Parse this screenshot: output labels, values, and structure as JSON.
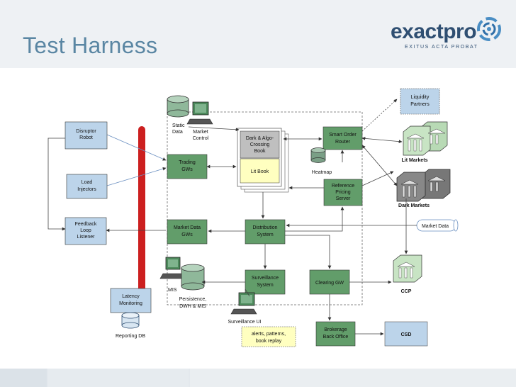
{
  "slide": {
    "title": "Test Harness",
    "logo": {
      "wordmark": "exactpro",
      "tagline": "EXITUS ACTA PROBAT"
    }
  },
  "diagram": {
    "left_column": {
      "disruptor_robot": [
        "Disruptor",
        "Robot"
      ],
      "load_injectors": [
        "Load",
        "Injectors"
      ],
      "feedback_loop_listener": [
        "Feedback",
        "Loop",
        "Listener"
      ],
      "latency_monitoring": [
        "Latency",
        "Monitoring"
      ],
      "reporting_db": "Reporting DB"
    },
    "core": {
      "static_data": [
        "Static",
        "Data"
      ],
      "market_control": [
        "Market",
        "Control"
      ],
      "trading_gws": [
        "Trading",
        "GWs"
      ],
      "market_data_gws": [
        "Market Data",
        "GWs"
      ],
      "dark_algo_crossing_book": [
        "Dark & Algo-",
        "Crossing",
        "Book"
      ],
      "lit_book": "Lit Book",
      "smart_order_router": [
        "Smart Order",
        "Router"
      ],
      "heatmap": "Heatmap",
      "reference_pricing_server": [
        "Reference",
        "Pricing",
        "Server"
      ],
      "distribution_system": [
        "Distribution",
        "System"
      ],
      "surveillance_system": [
        "Surveillance",
        "System"
      ],
      "clearing_gw": "Clearing GW",
      "mis": "MIS",
      "persistence": [
        "Persistence,",
        "DWH & MIS"
      ],
      "surveillance_ui": "Surveillance UI",
      "alerts_note": [
        "alerts, patterns,",
        "book replay"
      ],
      "brokerage_back_office": [
        "Brokerage",
        "Back Office"
      ]
    },
    "right_column": {
      "liquidity_partners": [
        "Liquidity",
        "Partners"
      ],
      "lit_markets": "Lit Markets",
      "dark_markets": "Dark Markets",
      "market_data": "Market Data",
      "ccp": "CCP",
      "csd": "CSD"
    },
    "colors": {
      "blue_box": "#bcd4ea",
      "green_box": "#629d6a",
      "gray_box": "#bfbfbf",
      "yellow_box": "#ffffc0",
      "red_bar": "#cc1f1f",
      "lit_market_fill": "#b8dab5",
      "dark_market_fill": "#777777"
    }
  }
}
